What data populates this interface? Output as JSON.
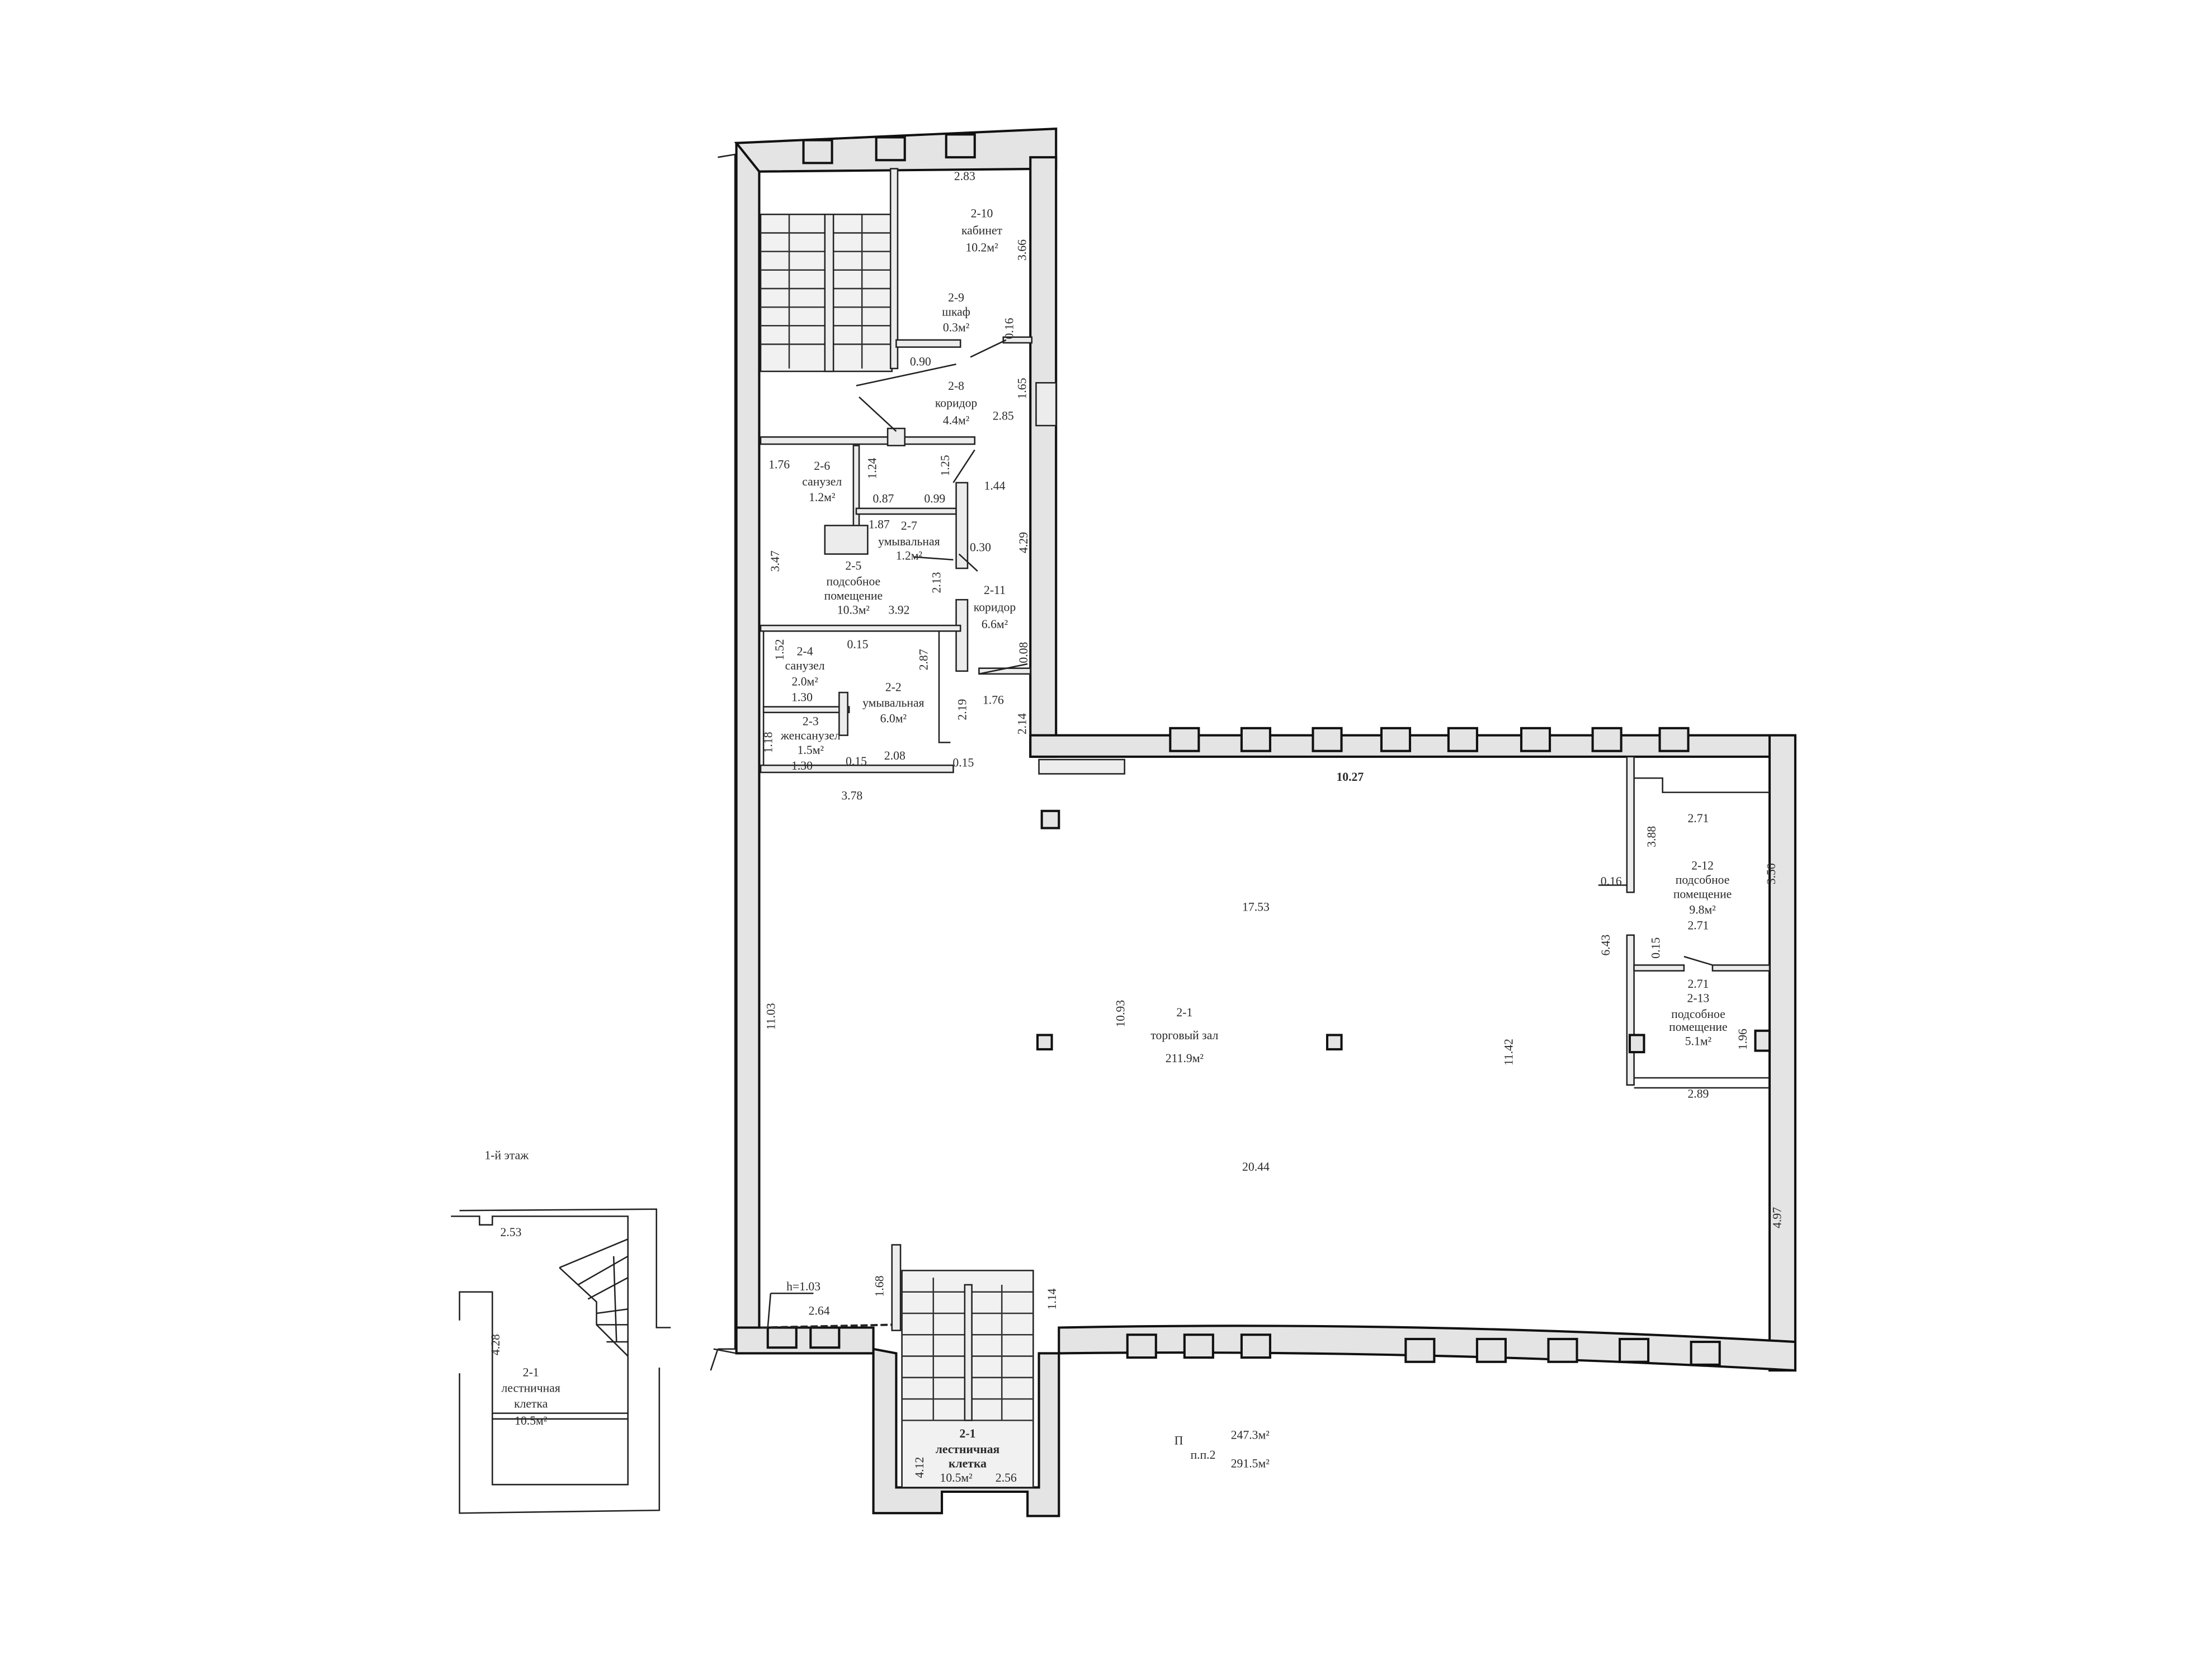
{
  "floor_label": "1-й этаж",
  "rooms": {
    "r2_10": {
      "num": "2-10",
      "name": "кабинет",
      "area": "10.2м²"
    },
    "r2_9": {
      "num": "2-9",
      "name": "шкаф",
      "area": "0.3м²"
    },
    "r2_8": {
      "num": "2-8",
      "name": "коридор",
      "area": "4.4м²"
    },
    "r2_6": {
      "num": "2-6",
      "name": "санузел",
      "area": "1.2м²"
    },
    "r2_7": {
      "num": "2-7",
      "name": "умывальная",
      "area": "1.2м²"
    },
    "r2_5": {
      "num": "2-5",
      "name1": "подсобное",
      "name2": "помещение",
      "area": "10.3м²"
    },
    "r2_11": {
      "num": "2-11",
      "name": "коридор",
      "area": "6.6м²"
    },
    "r2_4": {
      "num": "2-4",
      "name": "санузел",
      "area": "2.0м²"
    },
    "r2_2": {
      "num": "2-2",
      "name": "умывальная",
      "area": "6.0м²"
    },
    "r2_3": {
      "num": "2-3",
      "name": "женсанузел",
      "area": "1.5м²"
    },
    "r2_1": {
      "num": "2-1",
      "name": "торговый зал",
      "area": "211.9м²"
    },
    "r2_12": {
      "num": "2-12",
      "name1": "подсобное",
      "name2": "помещение",
      "area": "9.8м²"
    },
    "r2_13": {
      "num": "2-13",
      "name1": "подсобное",
      "name2": "помещение",
      "area": "5.1м²"
    },
    "stair": {
      "num": "2-1",
      "name1": "лестничная",
      "name2": "клетка",
      "area": "10.5м²"
    },
    "stair_first": {
      "num": "2-1",
      "name1": "лестничная",
      "name2": "клетка",
      "area": "10.5м²"
    }
  },
  "dims": {
    "d283": "2.83",
    "d366": "3.66",
    "d016a": "0.16",
    "d090": "0.90",
    "d165": "1.65",
    "d285": "2.85",
    "d176a": "1.76",
    "d124": "1.24",
    "d125": "1.25",
    "d144": "1.44",
    "d087": "0.87",
    "d099": "0.99",
    "d187": "1.87",
    "d030": "0.30",
    "d429": "4.29",
    "d347": "3.47",
    "d213": "2.13",
    "d392": "3.92",
    "d152": "1.52",
    "d015a": "0.15",
    "d287": "2.87",
    "d008": "0.08",
    "d130a": "1.30",
    "d176b": "1.76",
    "d219": "2.19",
    "d214": "2.14",
    "d118": "1.18",
    "d130b": "1.30",
    "d015b": "0.15",
    "d208": "2.08",
    "d015c": "0.15",
    "d378": "3.78",
    "d1027": "10.27",
    "d1753": "17.53",
    "d1093": "10.93",
    "d1103": "11.03",
    "d1142": "11.42",
    "d2044": "20.44",
    "d497": "4.97",
    "d271a": "2.71",
    "d388": "3.88",
    "d350": "3.50",
    "d016b": "0.16",
    "d271b": "2.71",
    "d643": "6.43",
    "d015d": "0.15",
    "d271c": "2.71",
    "d196": "1.96",
    "d289": "2.89",
    "h103": "h=1.03",
    "d264": "2.64",
    "d168": "1.68",
    "d114": "1.14",
    "d412": "4.12",
    "d256": "2.56",
    "d253": "2.53",
    "d428": "4.28"
  },
  "totals": {
    "mark": "П",
    "label": "п.п.2",
    "area1": "247.3м²",
    "area2": "291.5м²"
  }
}
